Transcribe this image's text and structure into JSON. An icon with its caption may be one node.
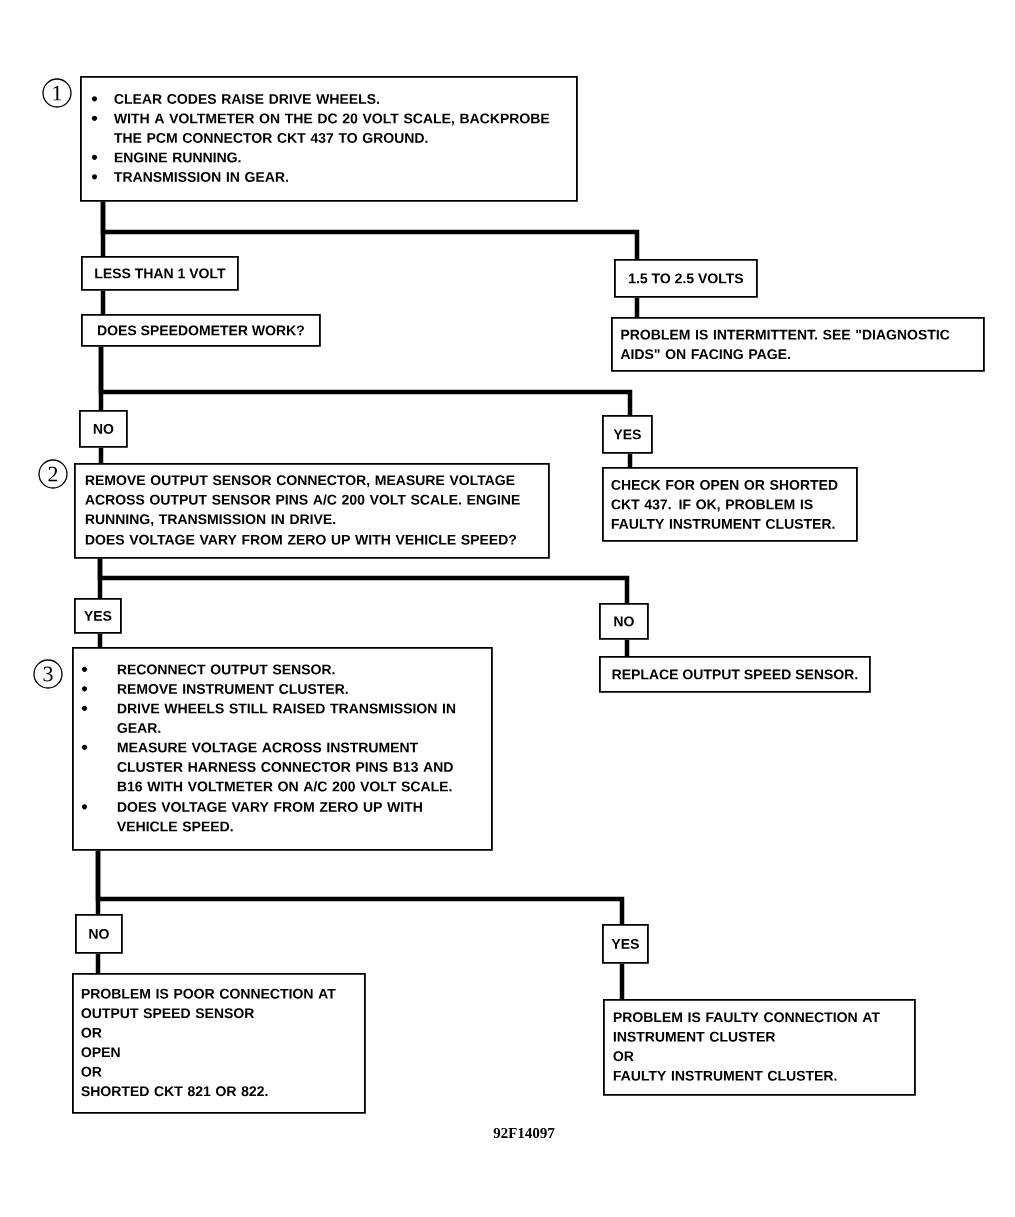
{
  "diagram": {
    "nodes": [
      {
        "text": [
          "CLEAR CODES RAISE DRIVE WHEELS.",
          "WITH A VOLTMETER ON THE DC 20 VOLT SCALE, BACKPROBE THE PCM CONNECTOR CKT 437 TO GROUND.",
          "ENGINE RUNNING.",
          "TRANSMISSION IN GEAR."
        ],
        "beside": [
          "1"
        ]
      },
      {
        "text": [
          "LESS THAN 1 VOLT"
        ]
      },
      {
        "text": [
          "1.5 TO 2.5 VOLTS"
        ]
      },
      {
        "text": [
          "DOES SPEEDOMETER WORK?"
        ]
      },
      {
        "text": [
          "PROBLEM IS INTERMITTENT. SEE \"DIAGNOSTIC AIDS\" ON FACING PAGE."
        ]
      },
      {
        "text": [
          "NO"
        ]
      },
      {
        "text": [
          "YES"
        ]
      },
      {
        "text": [
          "REMOVE OUTPUT SENSOR CONNECTOR, MEASURE VOLTAGE ACROSS OUTPUT SENSOR PINS A/C 200 VOLT SCALE. ENGINE RUNNING, TRANSMISSION IN DRIVE.",
          "DOES VOLTAGE VARY FROM ZERO UP WITH VEHICLE SPEED?"
        ],
        "beside": [
          "2"
        ]
      },
      {
        "text": [
          "CHECK FOR OPEN OR SHORTED CKT 437. IF OK, PROBLEM IS FAULTY INSTRUMENT CLUSTER."
        ]
      },
      {
        "text": [
          "YES"
        ]
      },
      {
        "text": [
          "NO"
        ]
      },
      {
        "text": [
          "RECONNECT OUTPUT SENSOR.",
          "REMOVE INSTRUMENT CLUSTER.",
          "DRIVE WHEELS STILL RAISED TRANSMISSION IN GEAR.",
          "MEASURE VOLTAGE ACROSS INSTRUMENT CLUSTER HARNESS CONNECTOR PINS B13 AND B16 WITH VOLTMETER ON A/C 200 VOLT SCALE.",
          "DOES VOLTAGE VARY FROM ZERO UP WITH VEHICLE SPEED."
        ],
        "beside": [
          "3"
        ]
      },
      {
        "text": [
          "REPLACE OUTPUT SPEED SENSOR."
        ]
      },
      {
        "text": [
          "NO"
        ]
      },
      {
        "text": [
          "YES"
        ]
      },
      {
        "text": [
          "PROBLEM IS POOR CONNECTION AT OUTPUT SPEED SENSOR",
          "OR",
          "OPEN",
          "OR",
          "SHORTED CKT 821 OR 822."
        ]
      },
      {
        "text": [
          "PROBLEM IS FAULTY CONNECTION AT INSTRUMENT CLUSTER",
          "OR",
          "FAULTY INSTRUMENT CLUSTER."
        ]
      }
    ],
    "edges": [
      {
        "from": 0,
        "to": 1,
        "arrow": "none"
      },
      {
        "from": 0,
        "to": 2,
        "arrow": "none"
      },
      {
        "from": 1,
        "to": 3,
        "arrow": "none"
      },
      {
        "from": 2,
        "to": 4,
        "arrow": "none"
      },
      {
        "from": 3,
        "to": 5,
        "arrow": "none"
      },
      {
        "from": 3,
        "to": 6,
        "arrow": "none"
      },
      {
        "from": 5,
        "to": 7,
        "arrow": "none"
      },
      {
        "from": 6,
        "to": 8,
        "arrow": "none"
      },
      {
        "from": 7,
        "to": 9,
        "arrow": "none"
      },
      {
        "from": 7,
        "to": 10,
        "arrow": "none"
      },
      {
        "from": 9,
        "to": 11,
        "arrow": "none"
      },
      {
        "from": 10,
        "to": 12,
        "arrow": "none"
      },
      {
        "from": 11,
        "to": 13,
        "arrow": "none"
      },
      {
        "from": 11,
        "to": 14,
        "arrow": "none"
      },
      {
        "from": 13,
        "to": 15,
        "arrow": "none"
      },
      {
        "from": 14,
        "to": 16,
        "arrow": "none"
      }
    ],
    "labels": [
      "92F14097"
    ]
  }
}
